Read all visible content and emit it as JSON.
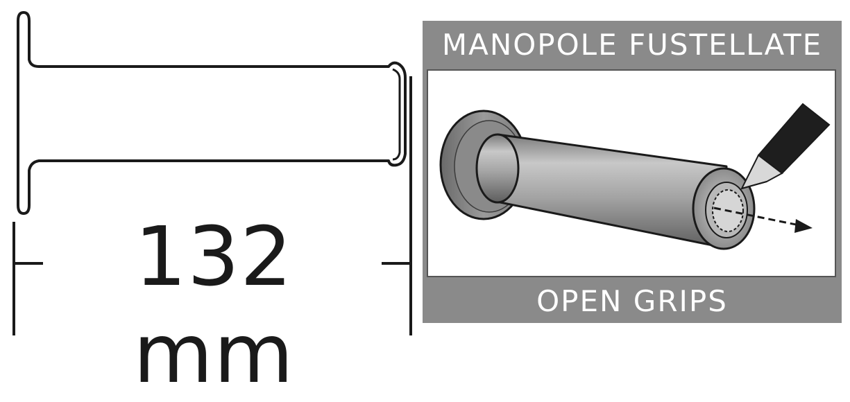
{
  "measurement": {
    "label": "132 mm"
  },
  "panel": {
    "title": "MANOPOLE FUSTELLATE",
    "subtitle": "OPEN GRIPS"
  },
  "colors": {
    "line": "#1a1a1a",
    "banner_bg": "#8a8a8a",
    "banner_text": "#ffffff",
    "grip_body": "#9a9a9a",
    "blade_handle": "#1e1e1e"
  },
  "icons": {
    "cut_tool": "knife-icon",
    "direction": "dashed-arrow-icon"
  }
}
